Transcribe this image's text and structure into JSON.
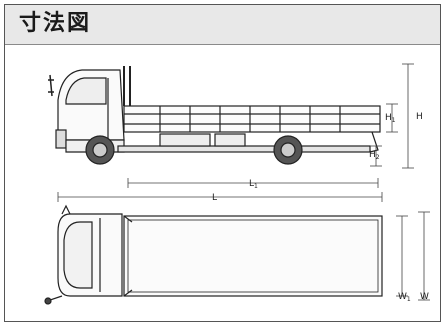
{
  "header": {
    "title": "寸法図"
  },
  "labels": {
    "h": "H",
    "h1": "H",
    "h1_sub": "1",
    "h2": "H",
    "h2_sub": "2",
    "l1": "L",
    "l1_sub": "1",
    "l": "L",
    "w1": "W",
    "w1_sub": "1",
    "w": "W"
  },
  "colors": {
    "line": "#222222",
    "dim": "#444444",
    "header_bg": "#e8e8e8"
  }
}
